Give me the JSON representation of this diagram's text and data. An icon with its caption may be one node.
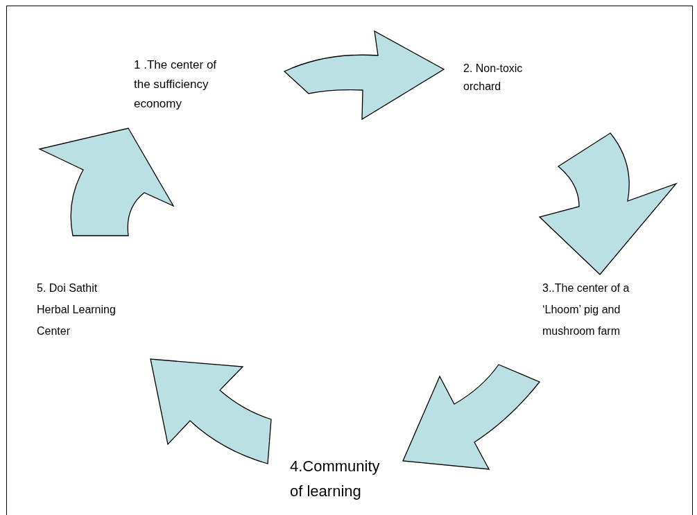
{
  "diagram": {
    "nodes": [
      {
        "text": [
          "1 .The center of the sufficiency economy"
        ]
      },
      {
        "text": [
          "2. Non-toxic orchard"
        ]
      },
      {
        "text": [
          "3..The center of a ‘Lhoom’ pig  and mushroom farm"
        ]
      },
      {
        "text": [
          "4.Community of learning"
        ]
      },
      {
        "text": [
          "5. Doi Sathit Herbal Learning Center"
        ]
      }
    ],
    "edges": [
      {
        "from": 0,
        "to": 1,
        "arrow": "to"
      },
      {
        "from": 1,
        "to": 2,
        "arrow": "to"
      },
      {
        "from": 2,
        "to": 3,
        "arrow": "to"
      },
      {
        "from": 3,
        "to": 4,
        "arrow": "to"
      },
      {
        "from": 4,
        "to": 0,
        "arrow": "to"
      }
    ]
  }
}
